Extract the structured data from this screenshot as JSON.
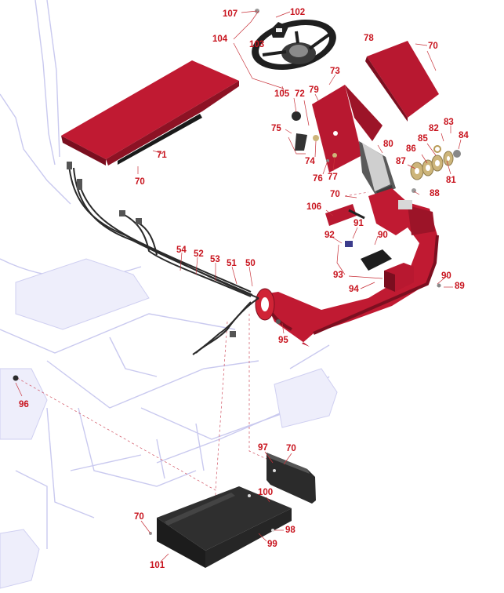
{
  "colors": {
    "label": "#c8141e",
    "part_red": "#b8172f",
    "part_dark": "#2b2b2b",
    "part_tan": "#cdb57a",
    "ghost": "#c9c9ef",
    "leader": "#c8323a"
  },
  "callouts": [
    {
      "id": "c107",
      "text": "107"
    },
    {
      "id": "c102",
      "text": "102"
    },
    {
      "id": "c104",
      "text": "104"
    },
    {
      "id": "c103",
      "text": "103"
    },
    {
      "id": "c78",
      "text": "78"
    },
    {
      "id": "c70a",
      "text": "70"
    },
    {
      "id": "c73",
      "text": "73"
    },
    {
      "id": "c105",
      "text": "105"
    },
    {
      "id": "c72",
      "text": "72"
    },
    {
      "id": "c79",
      "text": "79"
    },
    {
      "id": "c75",
      "text": "75"
    },
    {
      "id": "c71",
      "text": "71"
    },
    {
      "id": "c80",
      "text": "80"
    },
    {
      "id": "c82",
      "text": "82"
    },
    {
      "id": "c83",
      "text": "83"
    },
    {
      "id": "c84",
      "text": "84"
    },
    {
      "id": "c85",
      "text": "85"
    },
    {
      "id": "c86",
      "text": "86"
    },
    {
      "id": "c87",
      "text": "87"
    },
    {
      "id": "c74",
      "text": "74"
    },
    {
      "id": "c76",
      "text": "76"
    },
    {
      "id": "c77",
      "text": "77"
    },
    {
      "id": "c81",
      "text": "81"
    },
    {
      "id": "c70b",
      "text": "70"
    },
    {
      "id": "c70c",
      "text": "70"
    },
    {
      "id": "c88",
      "text": "88"
    },
    {
      "id": "c106",
      "text": "106"
    },
    {
      "id": "c91",
      "text": "91"
    },
    {
      "id": "c92",
      "text": "92"
    },
    {
      "id": "c90a",
      "text": "90"
    },
    {
      "id": "c54",
      "text": "54"
    },
    {
      "id": "c52",
      "text": "52"
    },
    {
      "id": "c53",
      "text": "53"
    },
    {
      "id": "c51",
      "text": "51"
    },
    {
      "id": "c50",
      "text": "50"
    },
    {
      "id": "c93",
      "text": "93"
    },
    {
      "id": "c94",
      "text": "94"
    },
    {
      "id": "c90b",
      "text": "90"
    },
    {
      "id": "c89",
      "text": "89"
    },
    {
      "id": "c95",
      "text": "95"
    },
    {
      "id": "c96",
      "text": "96"
    },
    {
      "id": "c97",
      "text": "97"
    },
    {
      "id": "c70d",
      "text": "70"
    },
    {
      "id": "c100",
      "text": "100"
    },
    {
      "id": "c70e",
      "text": "70"
    },
    {
      "id": "c98",
      "text": "98"
    },
    {
      "id": "c99",
      "text": "99"
    },
    {
      "id": "c101",
      "text": "101"
    }
  ]
}
